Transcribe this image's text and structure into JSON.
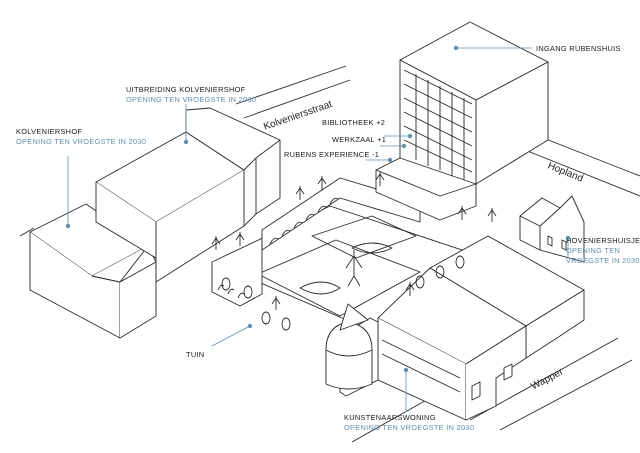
{
  "labels": {
    "ingang": {
      "title": "INGANG RUBENSHUIS"
    },
    "uitbreiding": {
      "title": "UITBREIDING KOLVENIERSHOF",
      "subtitle": "OPENING TEN VROEGSTE IN 2030"
    },
    "kolveniershof": {
      "title": "KOLVENIERSHOF",
      "subtitle": "OPENING TEN VROEGSTE IN 2030"
    },
    "bibliotheek": {
      "title": "BIBLIOTHEEK +2"
    },
    "werkzaal": {
      "title": "WERKZAAL +1"
    },
    "rubens_experience": {
      "title": "RUBENS EXPERIENCE -1"
    },
    "hoveniershuisje": {
      "title": "HOVENIERSHUISJE",
      "subtitle_1": "OPENING TEN",
      "subtitle_2": "VROEGSTE IN 2030"
    },
    "tuin": {
      "title": "TUIN"
    },
    "kunstenaarswoning": {
      "title": "KUNSTENAARSWONING",
      "subtitle": "OPENING TEN VROEGSTE IN 2030"
    }
  },
  "streets": {
    "kolveniersstraat": "Kolveniersstraat",
    "hopland": "Hopland",
    "wapper": "Wapper"
  },
  "colors": {
    "line": "#2a2a2a",
    "accent": "#5f8fb0",
    "fill": "#ffffff"
  }
}
